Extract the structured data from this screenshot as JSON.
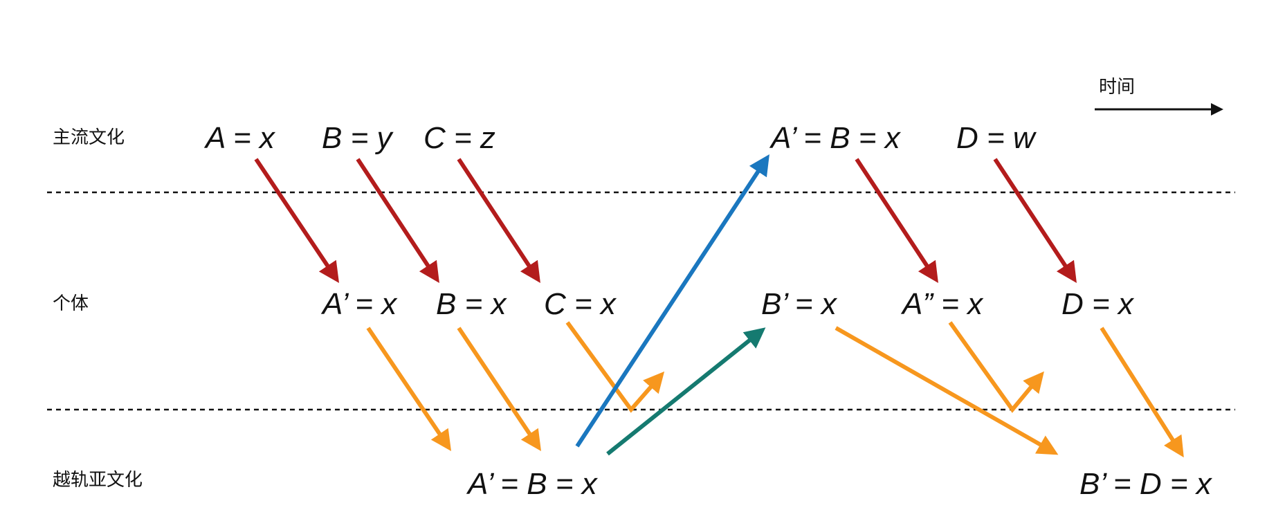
{
  "colors": {
    "red": "#b31c1c",
    "orange": "#f7971e",
    "blue": "#1a77bf",
    "teal": "#157a70",
    "line": "#111111"
  },
  "rows": {
    "mainstream": "主流文化",
    "individual": "个体",
    "transorbital": "越轨亚文化"
  },
  "time_label": "时间",
  "nodes": {
    "main_a": "A = x",
    "main_b": "B = y",
    "main_c": "C = z",
    "main_ab": "A’ = B = x",
    "main_d": "D = w",
    "ind_a": "A’ = x",
    "ind_b": "B = x",
    "ind_c": "C = x",
    "ind_bp": "B’ = x",
    "ind_a2": "A” = x",
    "ind_d": "D = x",
    "sub_ab": "A’ = B = x",
    "sub_bd": "B’ = D = x"
  }
}
